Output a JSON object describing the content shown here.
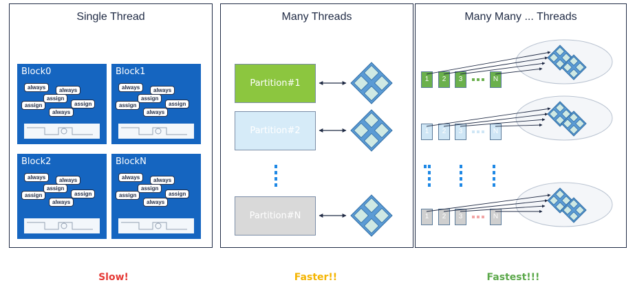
{
  "panels": {
    "single": {
      "title": "Single Thread"
    },
    "many": {
      "title": "Many Threads"
    },
    "manymany": {
      "title": "Many Many ... Threads"
    }
  },
  "blocks": [
    {
      "label": "Block0"
    },
    {
      "label": "Block1"
    },
    {
      "label": "Block2"
    },
    {
      "label": "BlockN"
    }
  ],
  "pill_labels": {
    "always": "always",
    "assign": "assign"
  },
  "partitions": [
    {
      "label": "Partition#1",
      "color": "#8cc63f"
    },
    {
      "label": "Partition#2",
      "color": "#d6ebf8"
    },
    {
      "label": "Partition#N",
      "color": "#d9d9d9"
    }
  ],
  "thread_rows": [
    {
      "labels": [
        "1",
        "2",
        "3",
        "N"
      ],
      "color": "#6ab04c"
    },
    {
      "labels": [
        "1",
        "2",
        "3",
        "N"
      ],
      "color": "#cfe6f5"
    },
    {
      "labels": [
        "1",
        "2",
        "3",
        "N"
      ],
      "color": "#cfcfcf"
    }
  ],
  "verdicts": {
    "slow": {
      "text": "Slow!",
      "color": "#e53935"
    },
    "faster": {
      "text": "Faster!!",
      "color": "#f4b400"
    },
    "fastest": {
      "text": "Fastest!!!",
      "color": "#5ba84a"
    }
  }
}
